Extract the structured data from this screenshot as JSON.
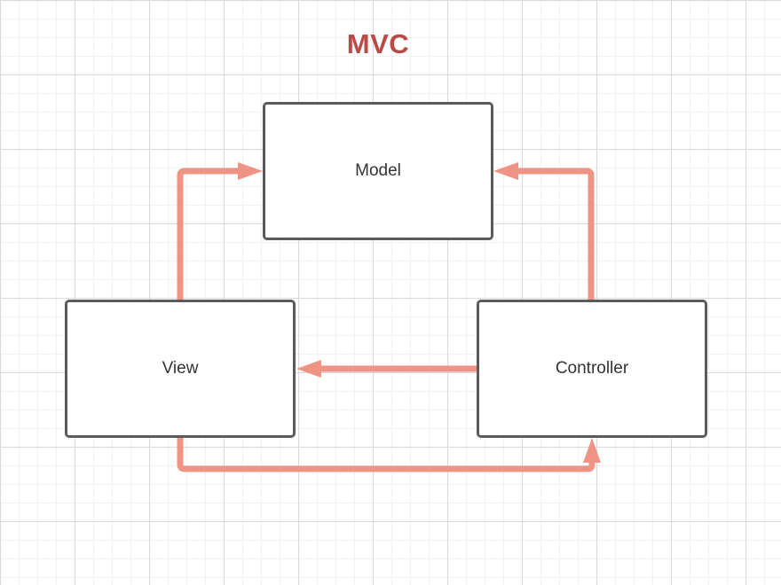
{
  "title": "MVC",
  "boxes": {
    "model": "Model",
    "view": "View",
    "controller": "Controller"
  },
  "colors": {
    "title": "#b94a48",
    "arrow": "#ef9385",
    "box_border": "#5b5b5b",
    "grid_major": "#d9d9d9",
    "grid_minor": "#f1f1f1"
  },
  "connections": [
    {
      "from": "View",
      "to": "Model"
    },
    {
      "from": "Controller",
      "to": "Model"
    },
    {
      "from": "Controller",
      "to": "View"
    },
    {
      "from": "View",
      "to": "Controller"
    }
  ]
}
